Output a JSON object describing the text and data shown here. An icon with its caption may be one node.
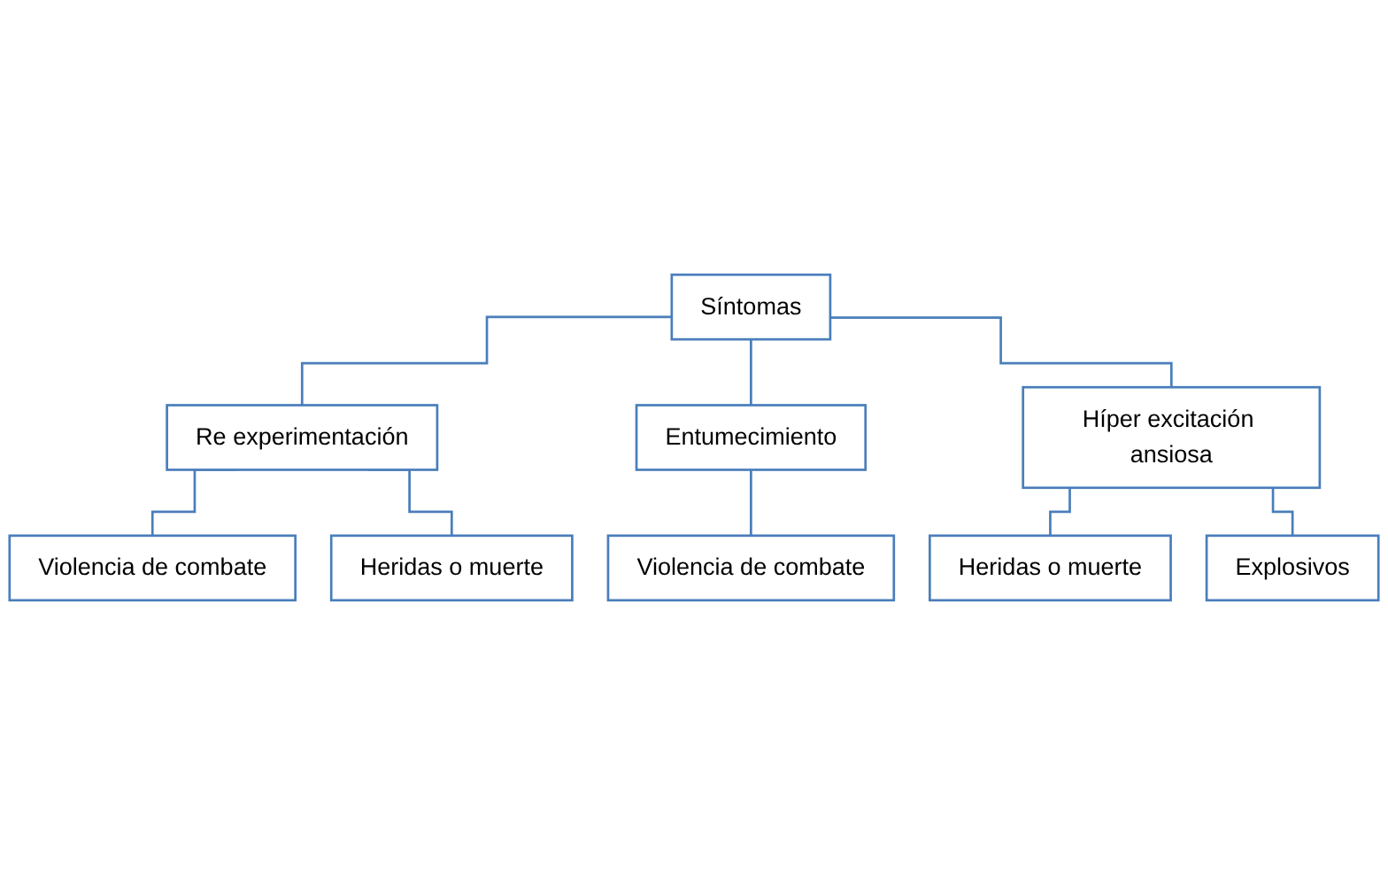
{
  "diagram": {
    "nodes": [
      {
        "text": [
          "Síntomas"
        ]
      },
      {
        "text": [
          "Re experimentación"
        ]
      },
      {
        "text": [
          "Entumecimiento"
        ]
      },
      {
        "text": [
          "Híper excitación ansiosa"
        ]
      },
      {
        "text": [
          "Violencia de combate"
        ]
      },
      {
        "text": [
          "Heridas o muerte"
        ]
      },
      {
        "text": [
          "Violencia de combate"
        ]
      },
      {
        "text": [
          "Heridas o muerte"
        ]
      },
      {
        "text": [
          "Explosivos"
        ]
      }
    ],
    "edges": [
      {
        "from": 0,
        "to": 1,
        "arrow": "none"
      },
      {
        "from": 0,
        "to": 2,
        "arrow": "none"
      },
      {
        "from": 0,
        "to": 3,
        "arrow": "none"
      },
      {
        "from": 1,
        "to": 4,
        "arrow": "none"
      },
      {
        "from": 1,
        "to": 5,
        "arrow": "none"
      },
      {
        "from": 2,
        "to": 6,
        "arrow": "none"
      },
      {
        "from": 3,
        "to": 7,
        "arrow": "none"
      },
      {
        "from": 3,
        "to": 8,
        "arrow": "none"
      }
    ]
  }
}
